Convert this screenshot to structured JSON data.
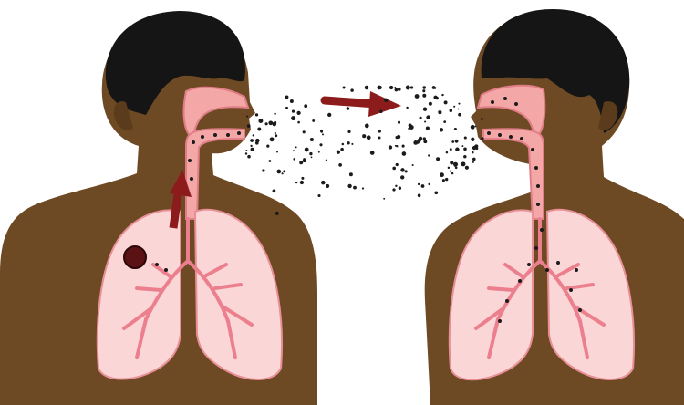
{
  "figure": {
    "caption": "",
    "figures": [
      {
        "role": "infected-person",
        "side": "left"
      },
      {
        "role": "exposed-person",
        "side": "right"
      }
    ],
    "transmission_direction": "left-to-right",
    "colors": {
      "background": "#ffffff",
      "skin": "#6e4a24",
      "skin_shadow": "#5a3b1b",
      "hair": "#151515",
      "airway": "#f3a7a7",
      "airway_outline": "#e07d87",
      "lung": "#fbd6d6",
      "lung_outline": "#e88f98",
      "bronchi": "#ec7f8e",
      "arrow": "#8c1c1c",
      "lesion": "#5a1214",
      "droplet": "#1b1b1b"
    }
  }
}
